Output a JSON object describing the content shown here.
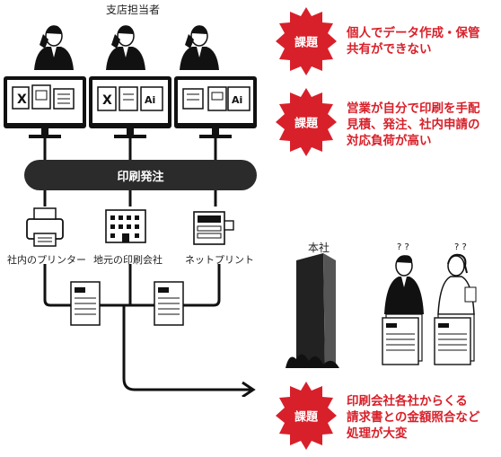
{
  "header": {
    "branch_staff": "支店担当者"
  },
  "order_bar": {
    "label": "印刷発注"
  },
  "vendors": [
    {
      "label": "社内のプリンター"
    },
    {
      "label": "地元の印刷会社"
    },
    {
      "label": "ネットプリント"
    }
  ],
  "headquarters": {
    "label": "本社"
  },
  "issues": [
    {
      "badge": "課題",
      "lines": [
        "個人でデータ作成・保管",
        "共有ができない"
      ]
    },
    {
      "badge": "課題",
      "lines": [
        "営業が自分で印刷を手配",
        "見積、発注、社内申請の",
        "対応負荷が高い"
      ]
    },
    {
      "badge": "課題",
      "lines": [
        "印刷会社各社からくる",
        "請求書との金額照合など",
        "処理が大変"
      ]
    }
  ],
  "colors": {
    "accent": "#d8202a",
    "dark": "#2b2b2b"
  }
}
